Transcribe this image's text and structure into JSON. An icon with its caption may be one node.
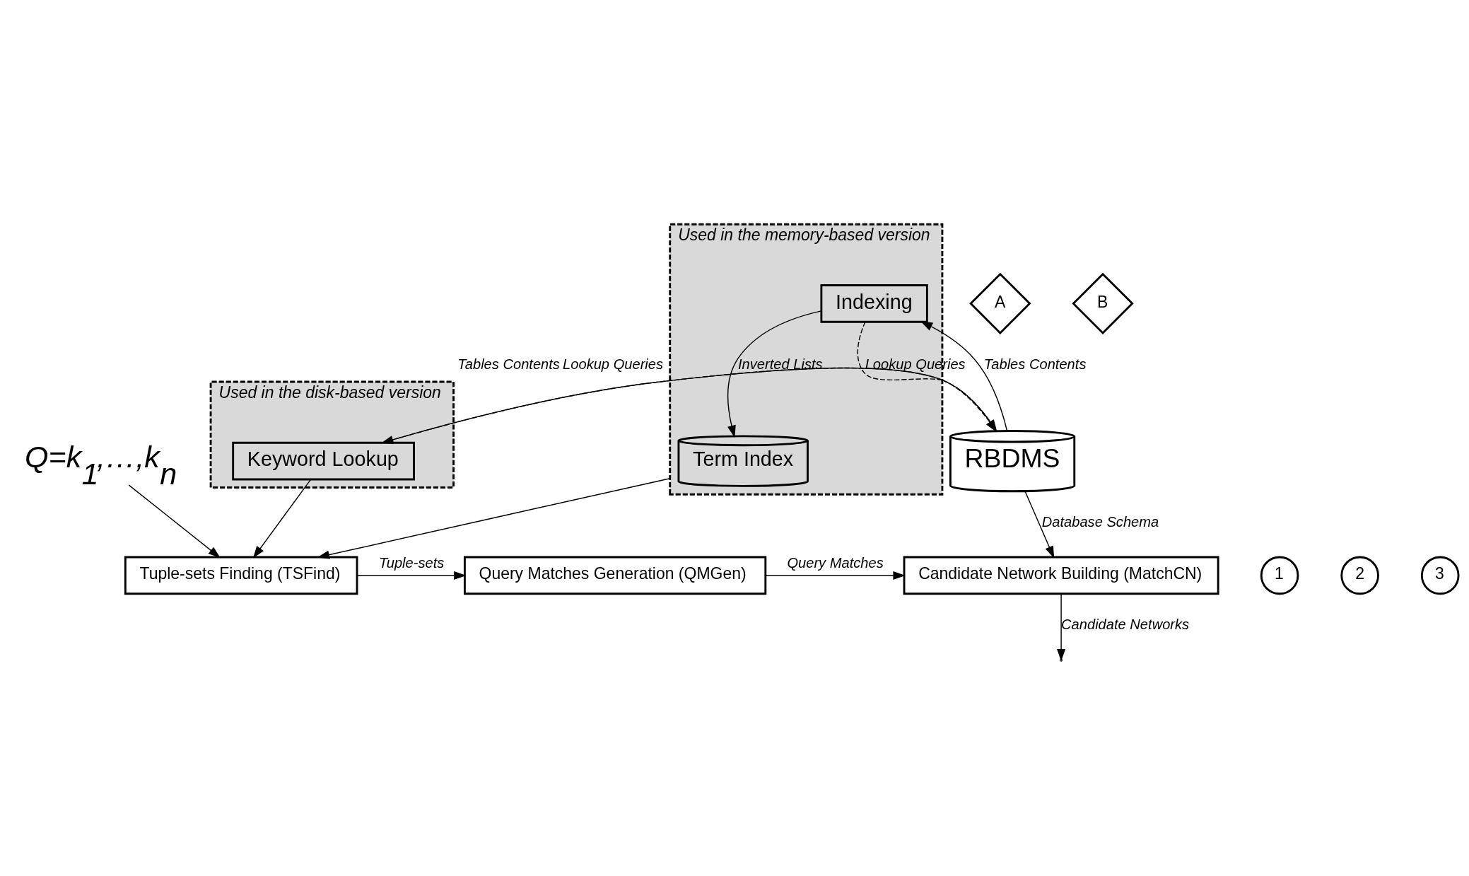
{
  "diagram": {
    "nodes": [
      {
        "text": [
          "Q=k$_{1}$,…,k$_{n}$"
        ]
      },
      {
        "text": [
          "Tuple-sets Finding (TSFind)"
        ]
      },
      {
        "text": [
          "1"
        ]
      },
      {
        "text": [
          "Query Matches Generation (QMGen)"
        ]
      },
      {
        "text": [
          "2"
        ]
      },
      {
        "text": [
          "Candidate Network Building (MatchCN)"
        ]
      },
      {
        "text": [
          "3"
        ]
      },
      {
        "text": [
          "Used in the disk-based version"
        ]
      },
      {
        "text": [
          "A"
        ]
      },
      {
        "text": [
          "Keyword Lookup"
        ],
        "in": 7
      },
      {
        "text": [
          "Used in the memory-based version"
        ]
      },
      {
        "text": [
          "B"
        ]
      },
      {
        "text": [
          "Term Index"
        ],
        "in": 10
      },
      {
        "text": [
          "Indexing"
        ],
        "in": 10
      },
      {
        "text": [
          "RBDMS"
        ]
      }
    ],
    "edges": [
      {
        "from": 0,
        "to": 1,
        "arrow": "to"
      },
      {
        "from": 1,
        "to": 3,
        "arrow": "to",
        "label": "Tuple-sets"
      },
      {
        "from": 3,
        "to": 5,
        "arrow": "to",
        "label": "Query Matches"
      },
      {
        "from": 5,
        "to": null,
        "arrow": "to",
        "label": "Candidate Networks"
      },
      {
        "from": 14,
        "to": 5,
        "arrow": "to",
        "label": "Database Schema"
      },
      {
        "from": 14,
        "to": 9,
        "arrow": "to",
        "label": "Tables Contents"
      },
      {
        "from": 9,
        "to": 14,
        "arrow": "to",
        "label": "Lookup Queries",
        "style": "dashed"
      },
      {
        "from": 9,
        "to": 1,
        "arrow": "to"
      },
      {
        "from": 10,
        "to": 1,
        "arrow": "to"
      },
      {
        "from": 14,
        "to": 13,
        "arrow": "to",
        "label": "Tables Contents"
      },
      {
        "from": 13,
        "to": 14,
        "arrow": "to",
        "label": "Lookup Queries",
        "style": "dashed"
      },
      {
        "from": 13,
        "to": 12,
        "arrow": "to",
        "label": "Inverted Lists"
      }
    ]
  }
}
